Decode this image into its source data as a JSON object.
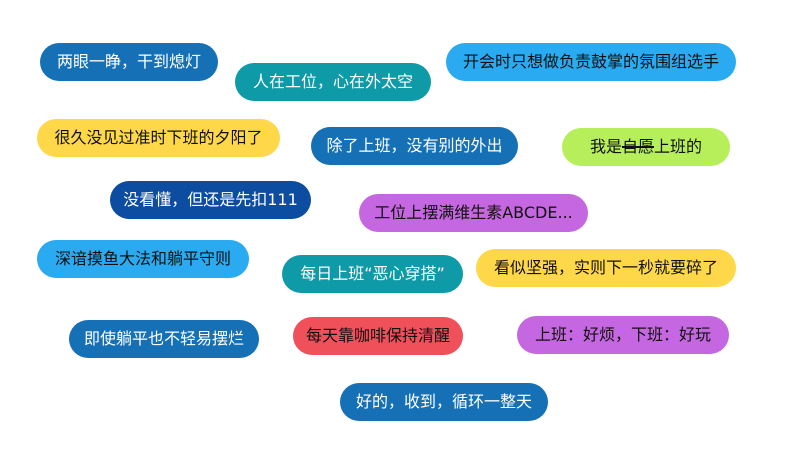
{
  "tags": [
    {
      "id": "t1",
      "text": "两眼一睁，干到熄灯",
      "bg": "#1570b5",
      "fg": "#ffffff"
    },
    {
      "id": "t2",
      "text": "人在工位，心在外太空",
      "bg": "#0e9aa6",
      "fg": "#ffffff"
    },
    {
      "id": "t3",
      "text": "开会时只想做负责鼓掌的氛围组选手",
      "bg": "#2aaaf0",
      "fg": "#111111"
    },
    {
      "id": "t4",
      "text": "很久没见过准时下班的夕阳了",
      "bg": "#ffd84a",
      "fg": "#111111"
    },
    {
      "id": "t5",
      "text": "除了上班，没有别的外出",
      "bg": "#1570b5",
      "fg": "#ffffff"
    },
    {
      "id": "t6",
      "text_before": "我是",
      "text_strike": "自愿",
      "text_after": "上班的",
      "bg": "#b6ef5a",
      "fg": "#111111"
    },
    {
      "id": "t7",
      "text": "没看懂，但还是先扣111",
      "bg": "#0d4da1",
      "fg": "#ffffff"
    },
    {
      "id": "t8",
      "text": "工位上摆满维生素ABCDE...",
      "bg": "#c567e0",
      "fg": "#111111"
    },
    {
      "id": "t9",
      "text": "深谙摸鱼大法和躺平守则",
      "bg": "#2aaaf0",
      "fg": "#111111"
    },
    {
      "id": "t10",
      "text": "每日上班“恶心穿搭”",
      "bg": "#0e9aa6",
      "fg": "#ffffff"
    },
    {
      "id": "t11",
      "text": "看似坚强，实则下一秒就要碎了",
      "bg": "#ffd84a",
      "fg": "#111111"
    },
    {
      "id": "t12",
      "text": "即使躺平也不轻易摆烂",
      "bg": "#1570b5",
      "fg": "#ffffff"
    },
    {
      "id": "t13",
      "text": "每天靠咖啡保持清醒",
      "bg": "#f0505a",
      "fg": "#111111"
    },
    {
      "id": "t14",
      "text": "上班：好烦，下班：好玩",
      "bg": "#c567e0",
      "fg": "#111111"
    },
    {
      "id": "t15",
      "text": "好的，收到，循环一整天",
      "bg": "#1570b5",
      "fg": "#ffffff"
    }
  ]
}
